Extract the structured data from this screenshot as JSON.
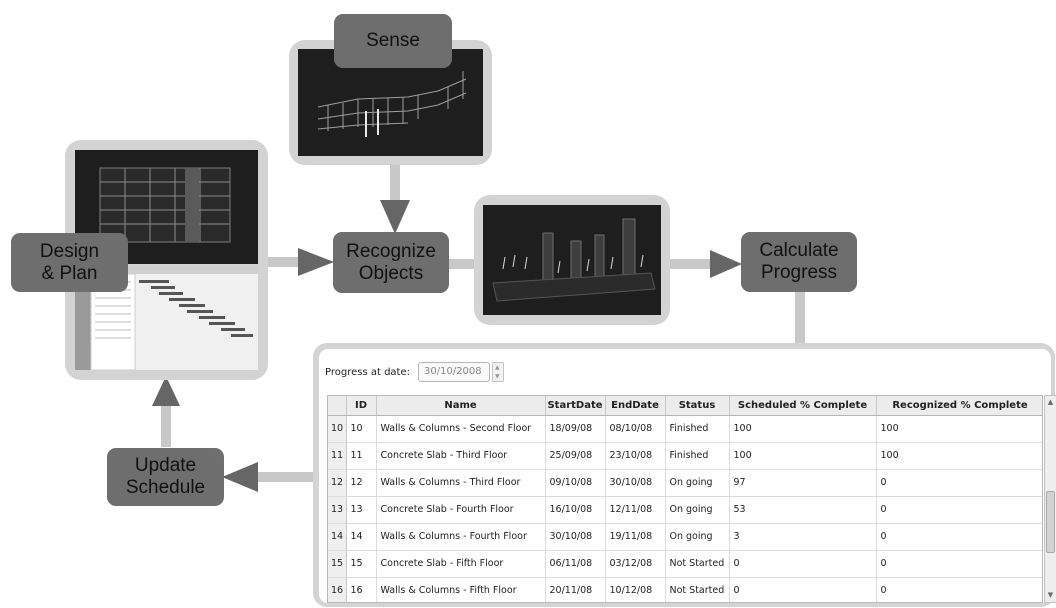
{
  "nodes": {
    "sense": "Sense",
    "recognize": "Recognize\nObjects",
    "calculate": "Calculate\nProgress",
    "design": "Design\n& Plan",
    "update": "Update\nSchedule"
  },
  "progress_panel": {
    "date_label": "Progress at date:",
    "date_value": "30/10/2008",
    "columns": [
      "",
      "ID",
      "Name",
      "StartDate",
      "EndDate",
      "Status",
      "Scheduled % Complete",
      "Recognized % Complete"
    ],
    "rows": [
      [
        "10",
        "10",
        "Walls & Columns - Second Floor",
        "18/09/08",
        "08/10/08",
        "Finished",
        "100",
        "100"
      ],
      [
        "11",
        "11",
        "Concrete Slab - Third Floor",
        "25/09/08",
        "23/10/08",
        "Finished",
        "100",
        "100"
      ],
      [
        "12",
        "12",
        "Walls & Columns - Third Floor",
        "09/10/08",
        "30/10/08",
        "On going",
        "97",
        "0"
      ],
      [
        "13",
        "13",
        "Concrete Slab - Fourth Floor",
        "16/10/08",
        "12/11/08",
        "On going",
        "53",
        "0"
      ],
      [
        "14",
        "14",
        "Walls & Columns - Fourth Floor",
        "30/10/08",
        "19/11/08",
        "On going",
        "3",
        "0"
      ],
      [
        "15",
        "15",
        "Concrete Slab - Fifth Floor",
        "06/11/08",
        "03/12/08",
        "Not Started",
        "0",
        "0"
      ],
      [
        "16",
        "16",
        "Walls & Columns - Fifth Floor",
        "20/11/08",
        "10/12/08",
        "Not Started",
        "0",
        "0"
      ]
    ]
  },
  "colors": {
    "node_fill": "#6e6e6e",
    "frame": "#d3d3d3",
    "connector": "#c8c8c8",
    "arrow_head": "#666666"
  }
}
